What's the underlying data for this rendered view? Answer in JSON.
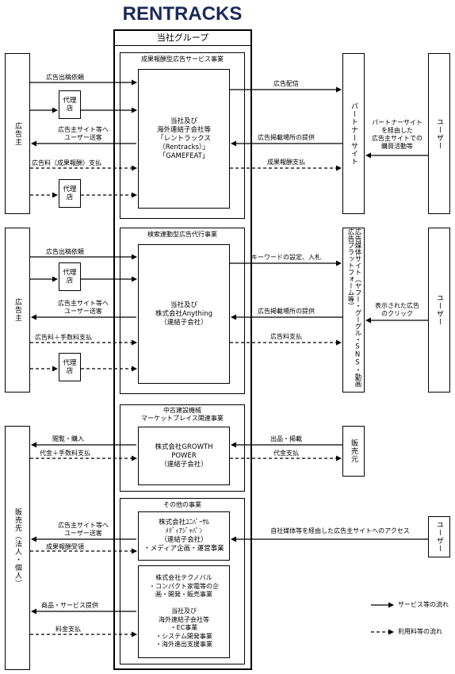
{
  "logo": "RENTRACKS",
  "group_title": "当社グループ",
  "sections": [
    {
      "title": "成果報酬型広告サービス事業",
      "company": "当社及び\n海外連結子会社等\n「レントラックス\n（Rentracks）」\n「GAMEFEAT」"
    },
    {
      "title": "検索連動型広告代行事業",
      "company": "当社及び\n株式会社Anything\n（連結子会社）"
    },
    {
      "title": "中古建設機械\nマーケットプレイス関連事業",
      "company": "株式会社GROWTH\nPOWER\n（連結子会社）"
    },
    {
      "title": "その他の事業",
      "company": "株式会社ﾕﾆﾊﾞｰｻﾙ\nﾒﾃﾞｨｱｼﾞｬﾊﾟﾝ\n（連結子会社）\n・メディア企画・運営事業"
    },
    {
      "title": "",
      "company": "株式会社テクノバル\n・コンパクト家電等の企\n画・開発・販売事業\n\n当社及び\n海外連結子会社等\n・EC事業\n・システム開発事業\n・海外進出支援事業"
    }
  ],
  "left": {
    "advertiser1": "広告主",
    "advertiser2": "広告主",
    "seller": "販売先（法人・個人）",
    "agency": "代理店"
  },
  "right": {
    "partner_site": "パートナーサイト",
    "ad_media": "広告媒体サイト（ヤフー・グーグル・SNS・動画広告プラットフォーム等）",
    "seller_store": "販売元",
    "user": "ユーザー"
  },
  "flows1": {
    "ad_request": "広告出稿依頼",
    "send_users": "広告主サイト等へ\nユーザー送客",
    "fee": "広告料（成果報酬）支払",
    "ad_delivery": "広告配信",
    "provide_space": "広告掲載場所の提供",
    "reward_payment": "成果報酬支払",
    "user_note": "パートナーサイト\nを経由した\n広告主サイトでの\n購買活動等"
  },
  "flows2": {
    "ad_request": "広告出稿依頼",
    "send_users": "広告主サイト等へ\nユーザー送客",
    "fee": "広告料＋手数料支払",
    "keyword": "キーワードの設定、入札",
    "provide_space": "広告掲載場所の提供",
    "ad_fee": "広告料支払",
    "user_note": "表示された広告\nのクリック"
  },
  "flows3": {
    "browse": "閲覧・購入",
    "pay": "代金＋手数料支払",
    "listing": "出品・掲載",
    "payment": "代金支払"
  },
  "flows4": {
    "send_users": "広告主サイト等へ\nユーザー送客",
    "reward_received": "成果報酬受領",
    "access": "自社媒体等を経由した広告主サイトへのアクセス",
    "goods": "商品・サービス提供",
    "fee_payment": "料金支払"
  },
  "legend": {
    "service_flow": "サービス等の流れ",
    "fee_flow": "利用料等の流れ"
  }
}
